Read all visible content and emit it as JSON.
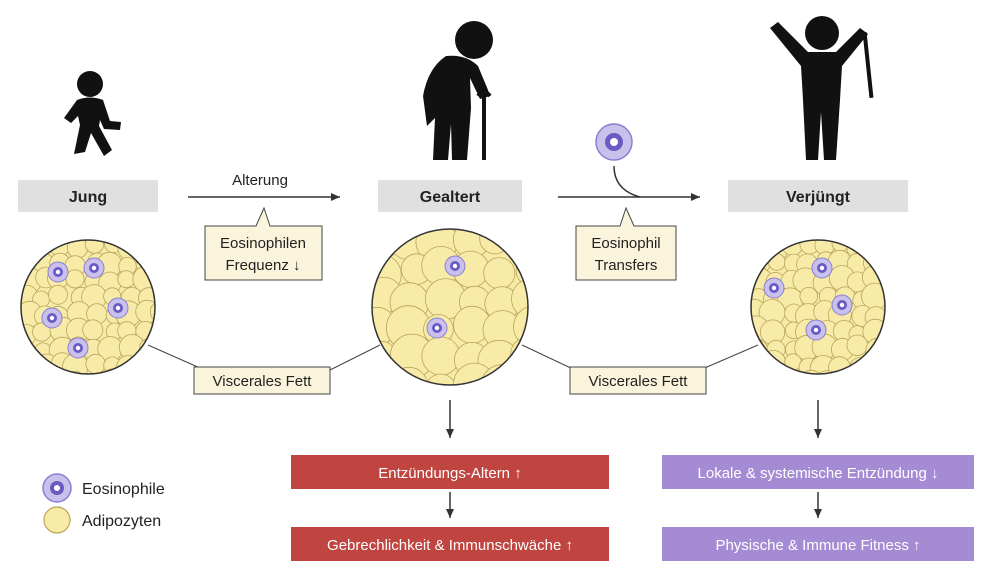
{
  "stages": {
    "young": "Jung",
    "aged": "Gealtert",
    "rejuvenated": "Verjüngt"
  },
  "arrows": {
    "aging_label": "Alterung"
  },
  "notes": {
    "eos_frequency_line1": "Eosinophilen",
    "eos_frequency_line2": "Frequenz ↓",
    "eos_transfer_line1": "Eosinophil",
    "eos_transfer_line2": "Transfers",
    "visceral_fat_left": "Viscerales Fett",
    "visceral_fat_right": "Viscerales Fett"
  },
  "outcomes": {
    "aged_1": "Entzündungs-Altern ↑",
    "aged_2": "Gebrechlichkeit & Immunschwäche ↑",
    "rejuv_1": "Lokale & systemische Entzündung ↓",
    "rejuv_2": "Physische & Immune Fitness ↑"
  },
  "legend": {
    "eosinophil": "Eosinophile",
    "adipocyte": "Adipozyten"
  },
  "colors": {
    "stage_box": "#e0e0e0",
    "note_box": "#fbf4dc",
    "aged_outcome": "#c0443f",
    "rejuv_outcome": "#a58bd3",
    "adipocyte_fill": "#f8eba8",
    "adipocyte_stroke": "#b9a55a",
    "eos_outer": "#c9c1ec",
    "eos_nucleus": "#6a5bc4"
  },
  "icons": {
    "young": "child-icon",
    "aged": "elderly-with-cane-icon",
    "rejuvenated": "cheering-person-with-cane-icon",
    "transfer": "eosinophil-cell-icon"
  }
}
